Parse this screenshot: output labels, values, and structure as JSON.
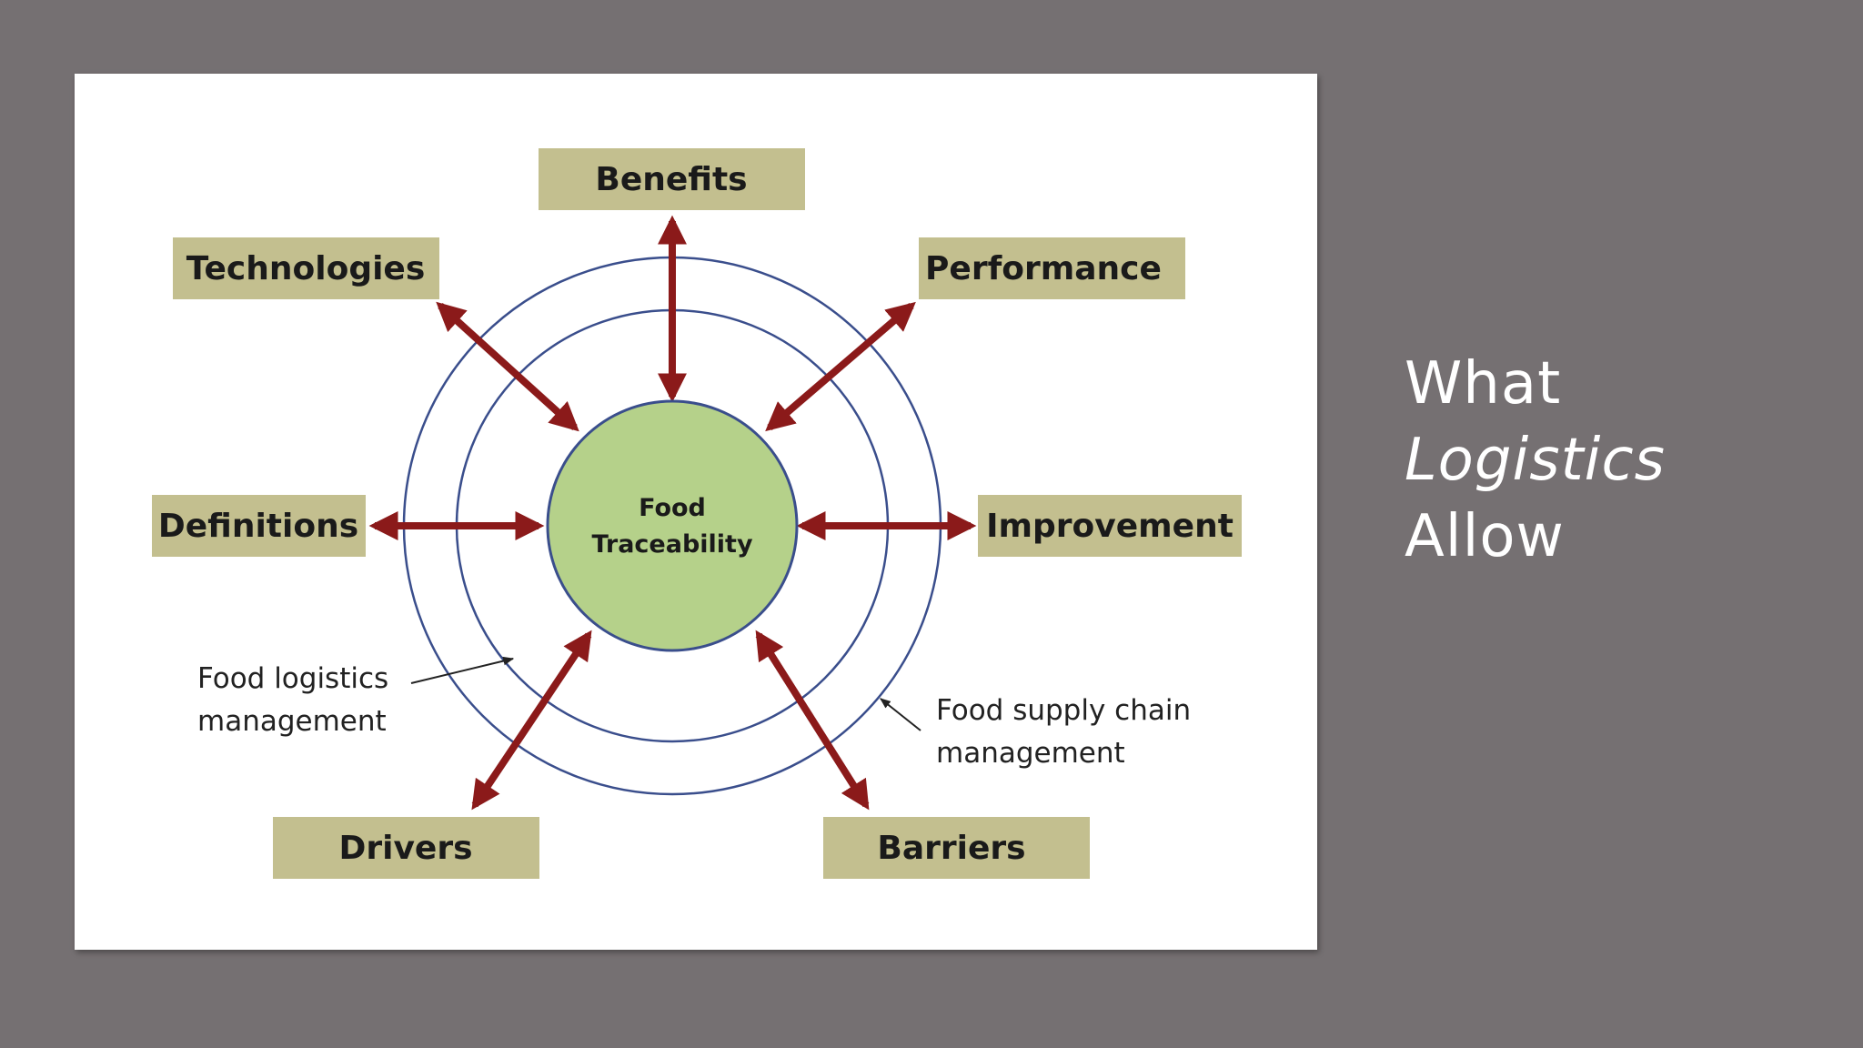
{
  "slide": {
    "title_lines": [
      {
        "text": "What",
        "italic": false
      },
      {
        "text": "Logistics",
        "italic": true
      },
      {
        "text": "Allow",
        "italic": false
      }
    ]
  },
  "diagram": {
    "center": {
      "line1": "Food",
      "line2": "Traceability"
    },
    "boxes": {
      "benefits": "Benefits",
      "technologies": "Technologies",
      "performance": "Performance",
      "definitions": "Definitions",
      "improvement": "Improvement",
      "drivers": "Drivers",
      "barriers": "Barriers"
    },
    "notes": {
      "logistics": {
        "line1": "Food logistics",
        "line2": "management"
      },
      "supply_chain": {
        "line1": "Food supply chain",
        "line2": "management"
      }
    },
    "colors": {
      "box_fill": "#c3bf8f",
      "arrow": "#8b1a1a",
      "ring": "#3a4e8c",
      "center_fill": "#b5d18a",
      "center_stroke": "#3a4e8c"
    }
  }
}
